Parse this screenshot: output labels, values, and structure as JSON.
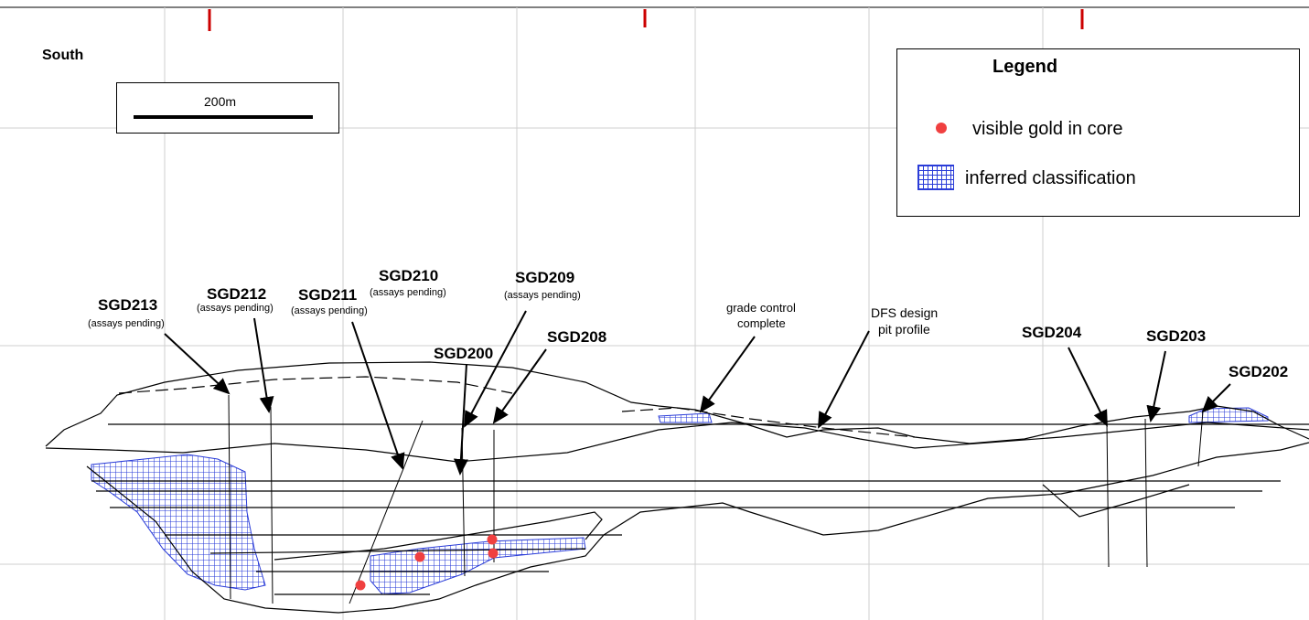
{
  "direction_label": "South",
  "scale_bar": {
    "label": "200m"
  },
  "legend": {
    "title": "Legend",
    "items": [
      {
        "label": "visible gold in core",
        "symbol": "red-dot-icon",
        "color": "#f04040"
      },
      {
        "label": "inferred classification",
        "symbol": "blue-grid-icon",
        "color": "#2a3cd8"
      }
    ]
  },
  "holes": [
    {
      "id": "SGD213",
      "note": "(assays pending)"
    },
    {
      "id": "SGD212",
      "note": "(assays pending)"
    },
    {
      "id": "SGD211",
      "note": "(assays pending)"
    },
    {
      "id": "SGD210",
      "note": "(assays pending)"
    },
    {
      "id": "SGD209",
      "note": "(assays pending)"
    },
    {
      "id": "SGD200",
      "note": ""
    },
    {
      "id": "SGD208",
      "note": ""
    },
    {
      "id": "SGD204",
      "note": ""
    },
    {
      "id": "SGD203",
      "note": ""
    },
    {
      "id": "SGD202",
      "note": ""
    }
  ],
  "annotations": {
    "grade_control_line1": "grade control",
    "grade_control_line2": "complete",
    "dfs_line1": "DFS design",
    "dfs_line2": "pit profile"
  },
  "colors": {
    "gold": "#f04040",
    "inferred": "#2a3cd8",
    "grid": "#c8c8c8",
    "coord_label": "#cc0000"
  }
}
